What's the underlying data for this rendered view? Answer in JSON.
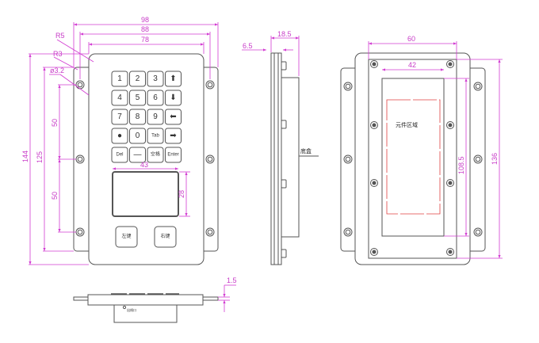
{
  "front_view": {
    "keys": [
      [
        "1",
        "2",
        "3",
        "⬆"
      ],
      [
        "4",
        "5",
        "6",
        "⬇"
      ],
      [
        "7",
        "8",
        "9",
        "⬅"
      ],
      [
        "●",
        "0",
        "Tab",
        "➡"
      ],
      [
        "Del",
        "—",
        "空格",
        "Enter"
      ]
    ],
    "left_button": "左键",
    "right_button": "右键",
    "dims": {
      "w98": "98",
      "w88": "88",
      "w78": "78",
      "h144": "144",
      "h125": "125",
      "h50a": "50",
      "h50b": "50",
      "pad_w": "43",
      "pad_h": "28",
      "r5": "R5",
      "r3": "R3",
      "hole": "ø3.2"
    }
  },
  "side_view": {
    "dims": {
      "d18_5": "18.5",
      "d6_5": "6.5"
    },
    "label": "底盒"
  },
  "back_view": {
    "dims": {
      "w60": "60",
      "w42": "42",
      "h108_5": "108.5",
      "h136": "136"
    },
    "label": "元件区域"
  },
  "bottom_view": {
    "dims": {
      "t1_5": "1.5"
    },
    "label": "出线口"
  },
  "colors": {
    "dimension": "#d23cd2",
    "outline": "#555555",
    "component_area": "#e04040"
  }
}
